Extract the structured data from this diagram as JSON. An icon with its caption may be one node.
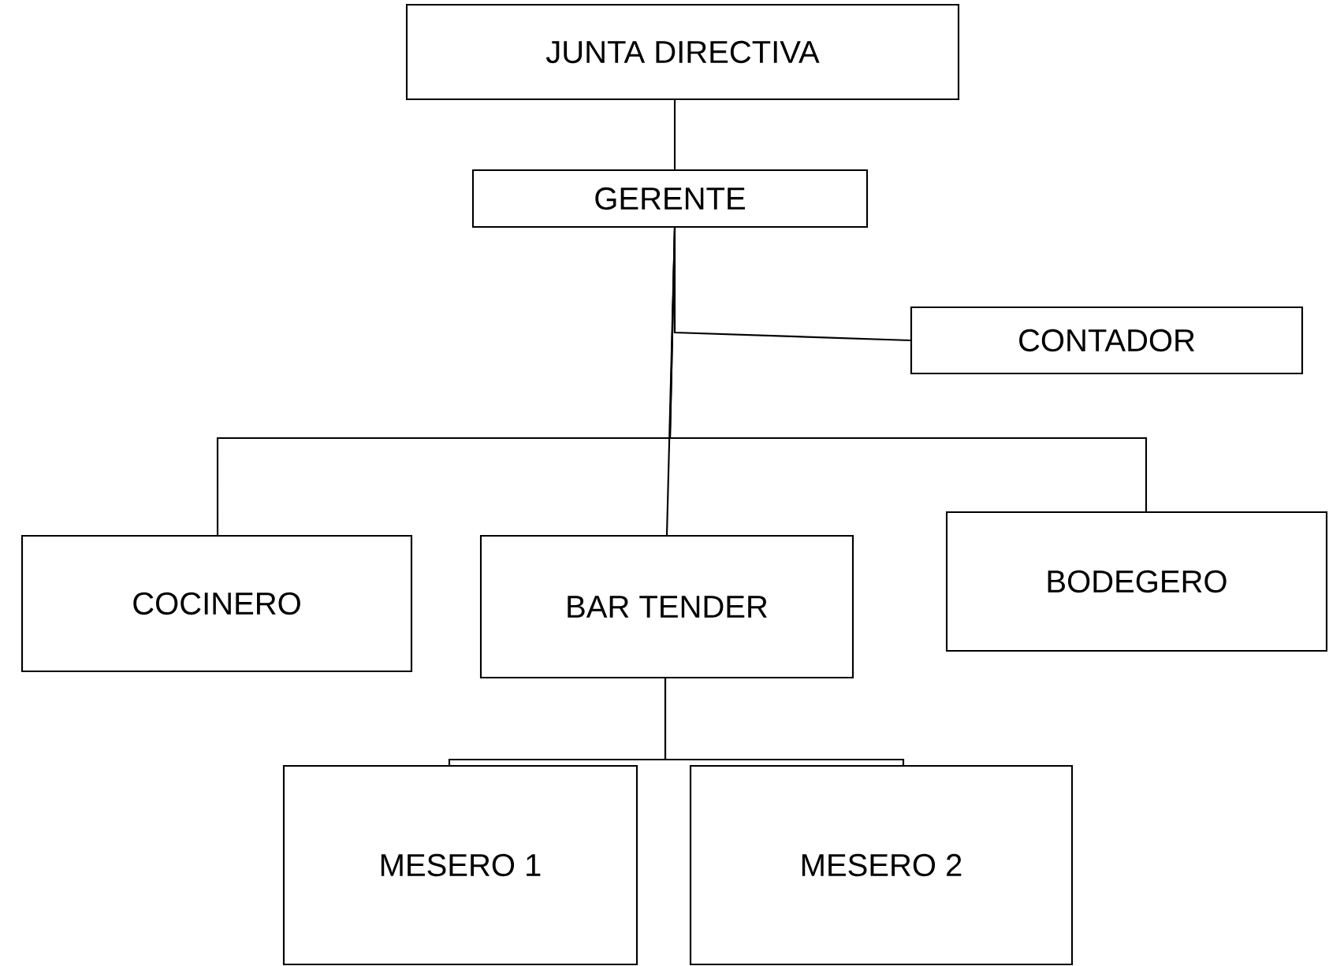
{
  "diagram": {
    "nodes": [
      {
        "text": [
          "JUNTA DIRECTIVA"
        ]
      },
      {
        "text": [
          "GERENTE"
        ]
      },
      {
        "text": [
          "CONTADOR"
        ]
      },
      {
        "text": [
          "COCINERO"
        ]
      },
      {
        "text": [
          "BAR TENDER"
        ]
      },
      {
        "text": [
          "BODEGERO"
        ]
      },
      {
        "text": [
          "MESERO 1"
        ]
      },
      {
        "text": [
          "MESERO 2"
        ]
      }
    ],
    "edges": [
      {
        "from": 0,
        "to": 1,
        "arrow": "none"
      },
      {
        "from": 1,
        "to": 2,
        "arrow": "none"
      },
      {
        "from": 1,
        "to": 3,
        "arrow": "none"
      },
      {
        "from": 1,
        "to": 4,
        "arrow": "none"
      },
      {
        "from": 1,
        "to": 5,
        "arrow": "none"
      },
      {
        "from": 4,
        "to": 6,
        "arrow": "none"
      },
      {
        "from": 4,
        "to": 7,
        "arrow": "none"
      }
    ]
  }
}
